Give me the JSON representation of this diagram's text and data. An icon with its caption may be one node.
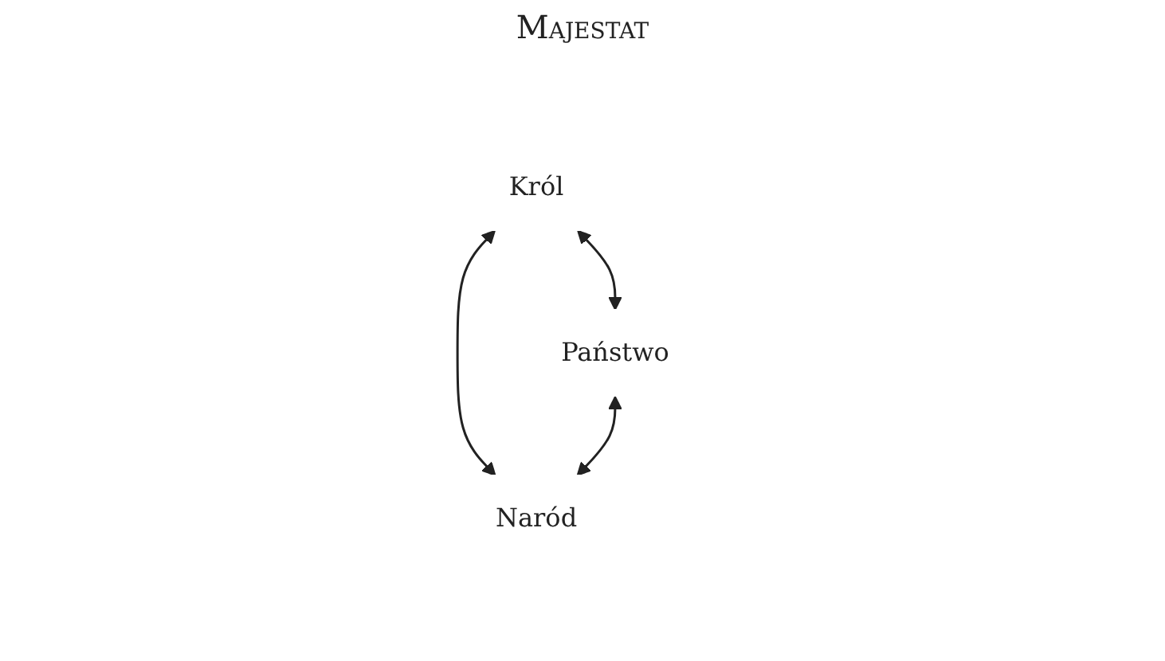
{
  "diagram": {
    "nodes": [
      {
        "text": [
          "Król"
        ]
      },
      {
        "text": [
          "Państwo"
        ]
      },
      {
        "text": [
          "Naród"
        ]
      }
    ],
    "edges": [
      {
        "from": 0,
        "to": 1,
        "arrow": "both"
      },
      {
        "from": 0,
        "to": 2,
        "arrow": "both"
      },
      {
        "from": 1,
        "to": 2,
        "arrow": "both"
      }
    ],
    "labels": [
      "Majestat"
    ]
  }
}
